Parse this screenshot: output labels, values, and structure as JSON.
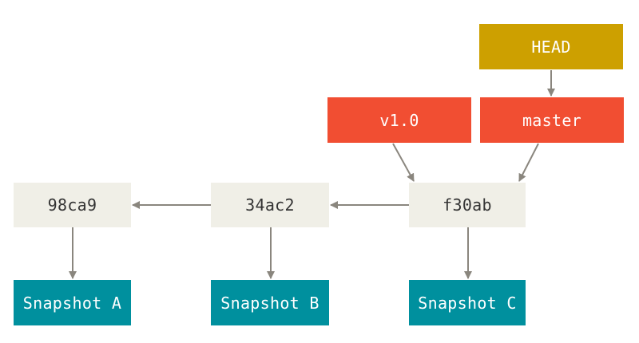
{
  "head": {
    "label": "HEAD"
  },
  "branches": {
    "tag": "v1.0",
    "master": "master"
  },
  "commits": [
    {
      "id": "98ca9"
    },
    {
      "id": "34ac2"
    },
    {
      "id": "f30ab"
    }
  ],
  "snapshots": [
    {
      "label": "Snapshot A"
    },
    {
      "label": "Snapshot B"
    },
    {
      "label": "Snapshot C"
    }
  ],
  "colors": {
    "head": "#cda000",
    "branch": "#f14e32",
    "commit": "#f0efe7",
    "snapshot": "#00909e",
    "arrow": "#8a867e"
  }
}
